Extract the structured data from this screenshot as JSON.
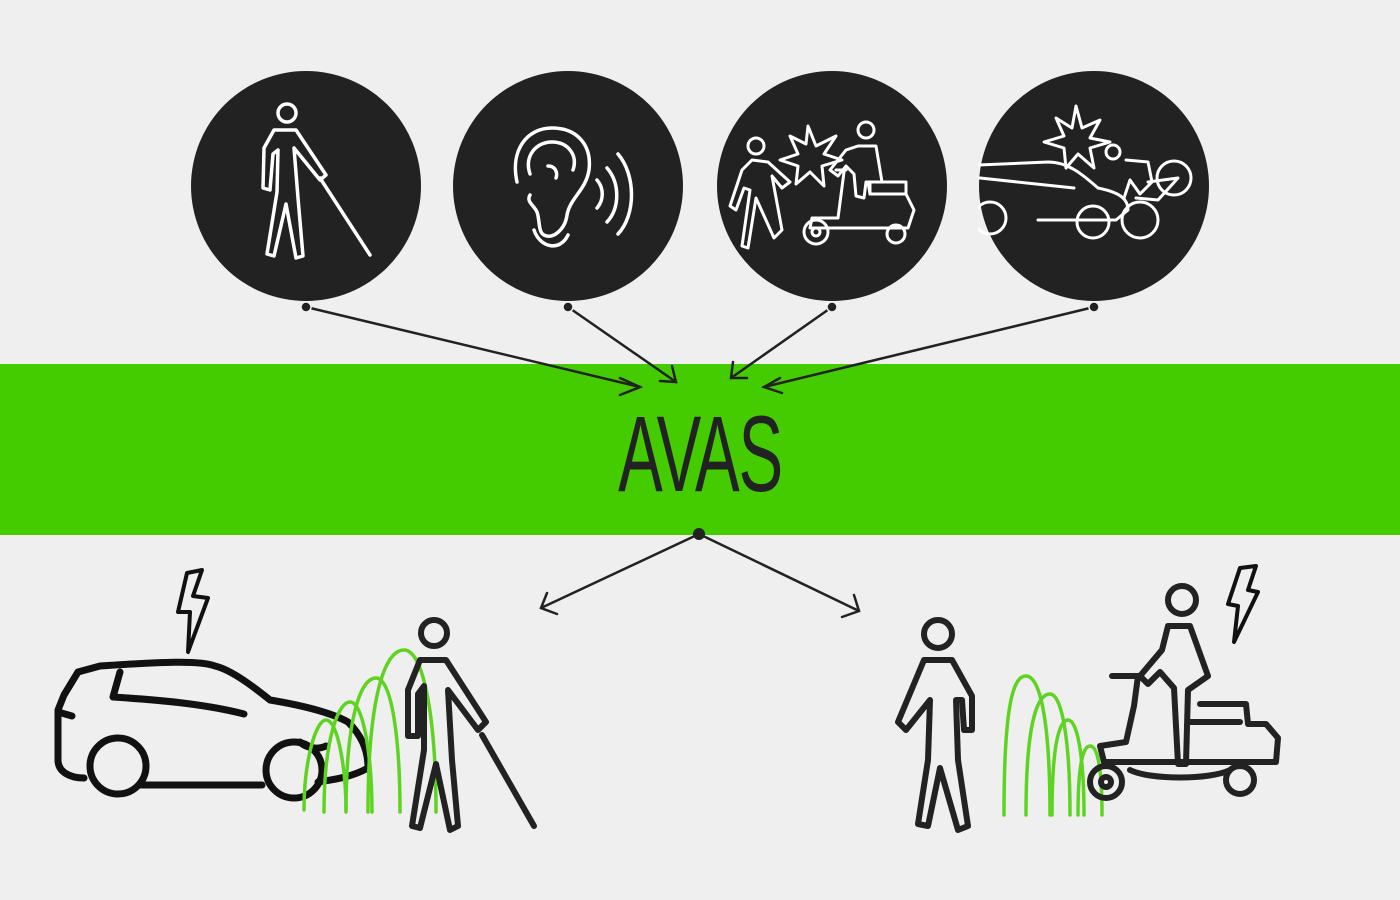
{
  "diagram": {
    "title": "AVAS",
    "colors": {
      "background": "#efefef",
      "band": "#44cc00",
      "circle_fill": "#222222",
      "icon_stroke_on_dark": "#ffffff",
      "line": "#222222",
      "sound_waves": "#5fd322"
    },
    "top_concerns": [
      {
        "id": "visually-impaired-pedestrian",
        "icon": "blind-person-with-cane-icon"
      },
      {
        "id": "hearing",
        "icon": "ear-with-sound-waves-icon"
      },
      {
        "id": "pedestrian-scooter-collision",
        "icon": "pedestrian-scooter-collision-icon"
      },
      {
        "id": "car-cyclist-collision",
        "icon": "car-bicycle-collision-icon"
      }
    ],
    "bottom_scenarios": [
      {
        "id": "electric-car-warns-blind-pedestrian",
        "icons": [
          "electric-car-icon",
          "lightning-bolt-icon",
          "sound-wave-icon",
          "blind-person-with-cane-icon"
        ]
      },
      {
        "id": "electric-scooter-warns-pedestrian",
        "icons": [
          "pedestrian-icon",
          "sound-wave-icon",
          "electric-scooter-rider-icon",
          "lightning-bolt-icon"
        ]
      }
    ]
  }
}
